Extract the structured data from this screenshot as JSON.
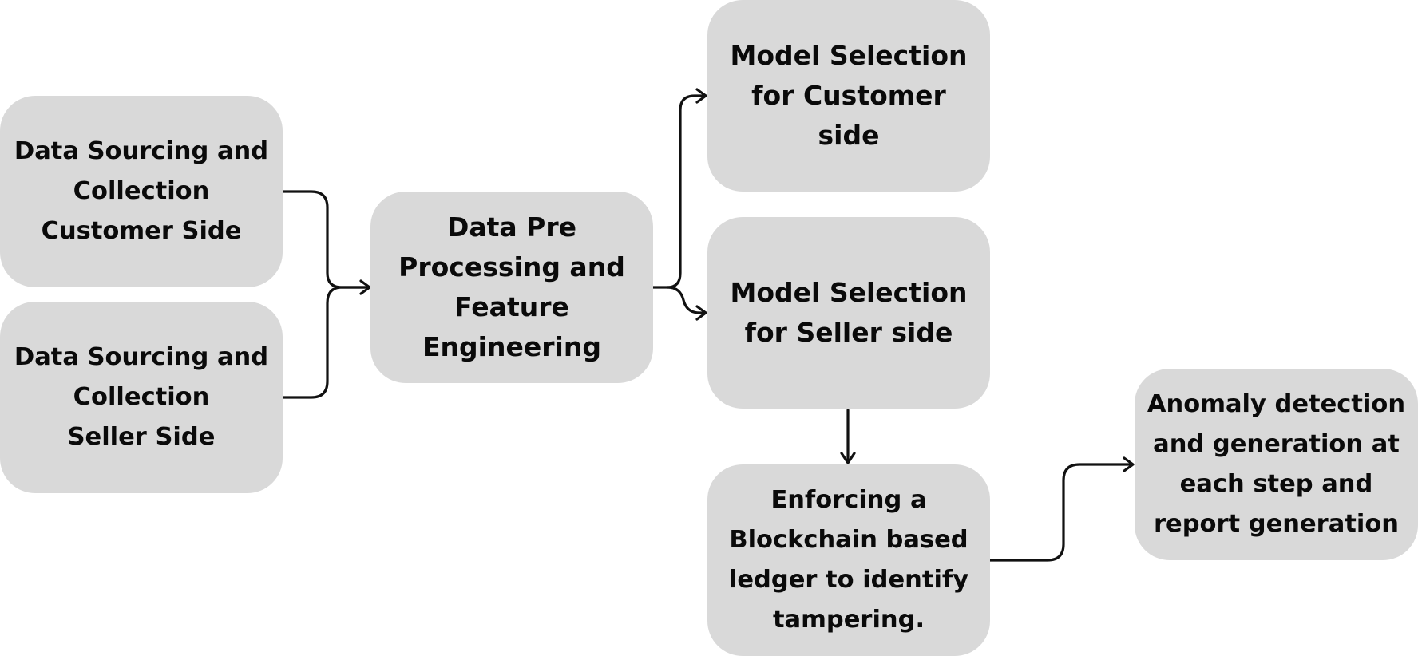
{
  "nodes": {
    "customer_sourcing": "Data Sourcing and\nCollection\nCustomer Side",
    "seller_sourcing": "Data Sourcing and\nCollection\nSeller Side",
    "preprocessing": "Data Pre\nProcessing and\nFeature\nEngineering",
    "model_customer": "Model Selection\nfor Customer\nside",
    "model_seller": "Model Selection\nfor Seller side",
    "blockchain": "Enforcing a\nBlockchain based\nledger to identify\ntampering.",
    "anomaly": "Anomaly detection\nand generation at\neach step and\nreport generation"
  },
  "edges": [
    {
      "from": "customer_sourcing",
      "to": "preprocessing"
    },
    {
      "from": "seller_sourcing",
      "to": "preprocessing"
    },
    {
      "from": "preprocessing",
      "to": "model_customer"
    },
    {
      "from": "preprocessing",
      "to": "model_seller"
    },
    {
      "from": "model_seller",
      "to": "blockchain"
    },
    {
      "from": "blockchain",
      "to": "anomaly"
    }
  ],
  "colors": {
    "node_fill": "#d9d9d9",
    "text": "#0a0a0a",
    "arrow": "#111111",
    "background": "#ffffff"
  }
}
